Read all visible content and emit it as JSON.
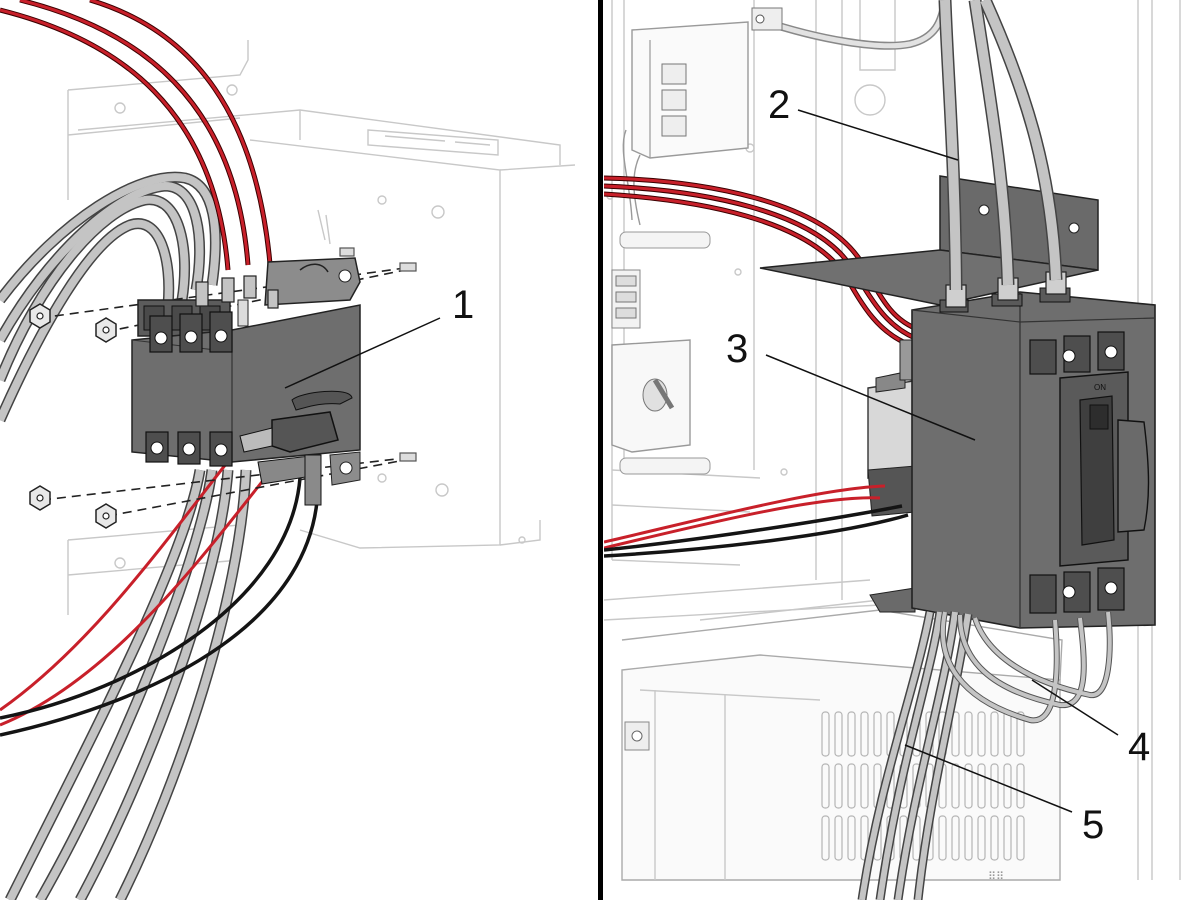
{
  "figure": {
    "callouts": [
      {
        "id": "1",
        "label": "1"
      },
      {
        "id": "2",
        "label": "2"
      },
      {
        "id": "3",
        "label": "3"
      },
      {
        "id": "4",
        "label": "4"
      },
      {
        "id": "5",
        "label": "5"
      }
    ],
    "cover_mark": "ON"
  },
  "colors": {
    "red_wire": "#c8202a",
    "black_wire": "#141414",
    "gray_wire": "#b9b9b9",
    "component_dark": "#6e6e6e",
    "panel_line": "#c8c8c8"
  }
}
